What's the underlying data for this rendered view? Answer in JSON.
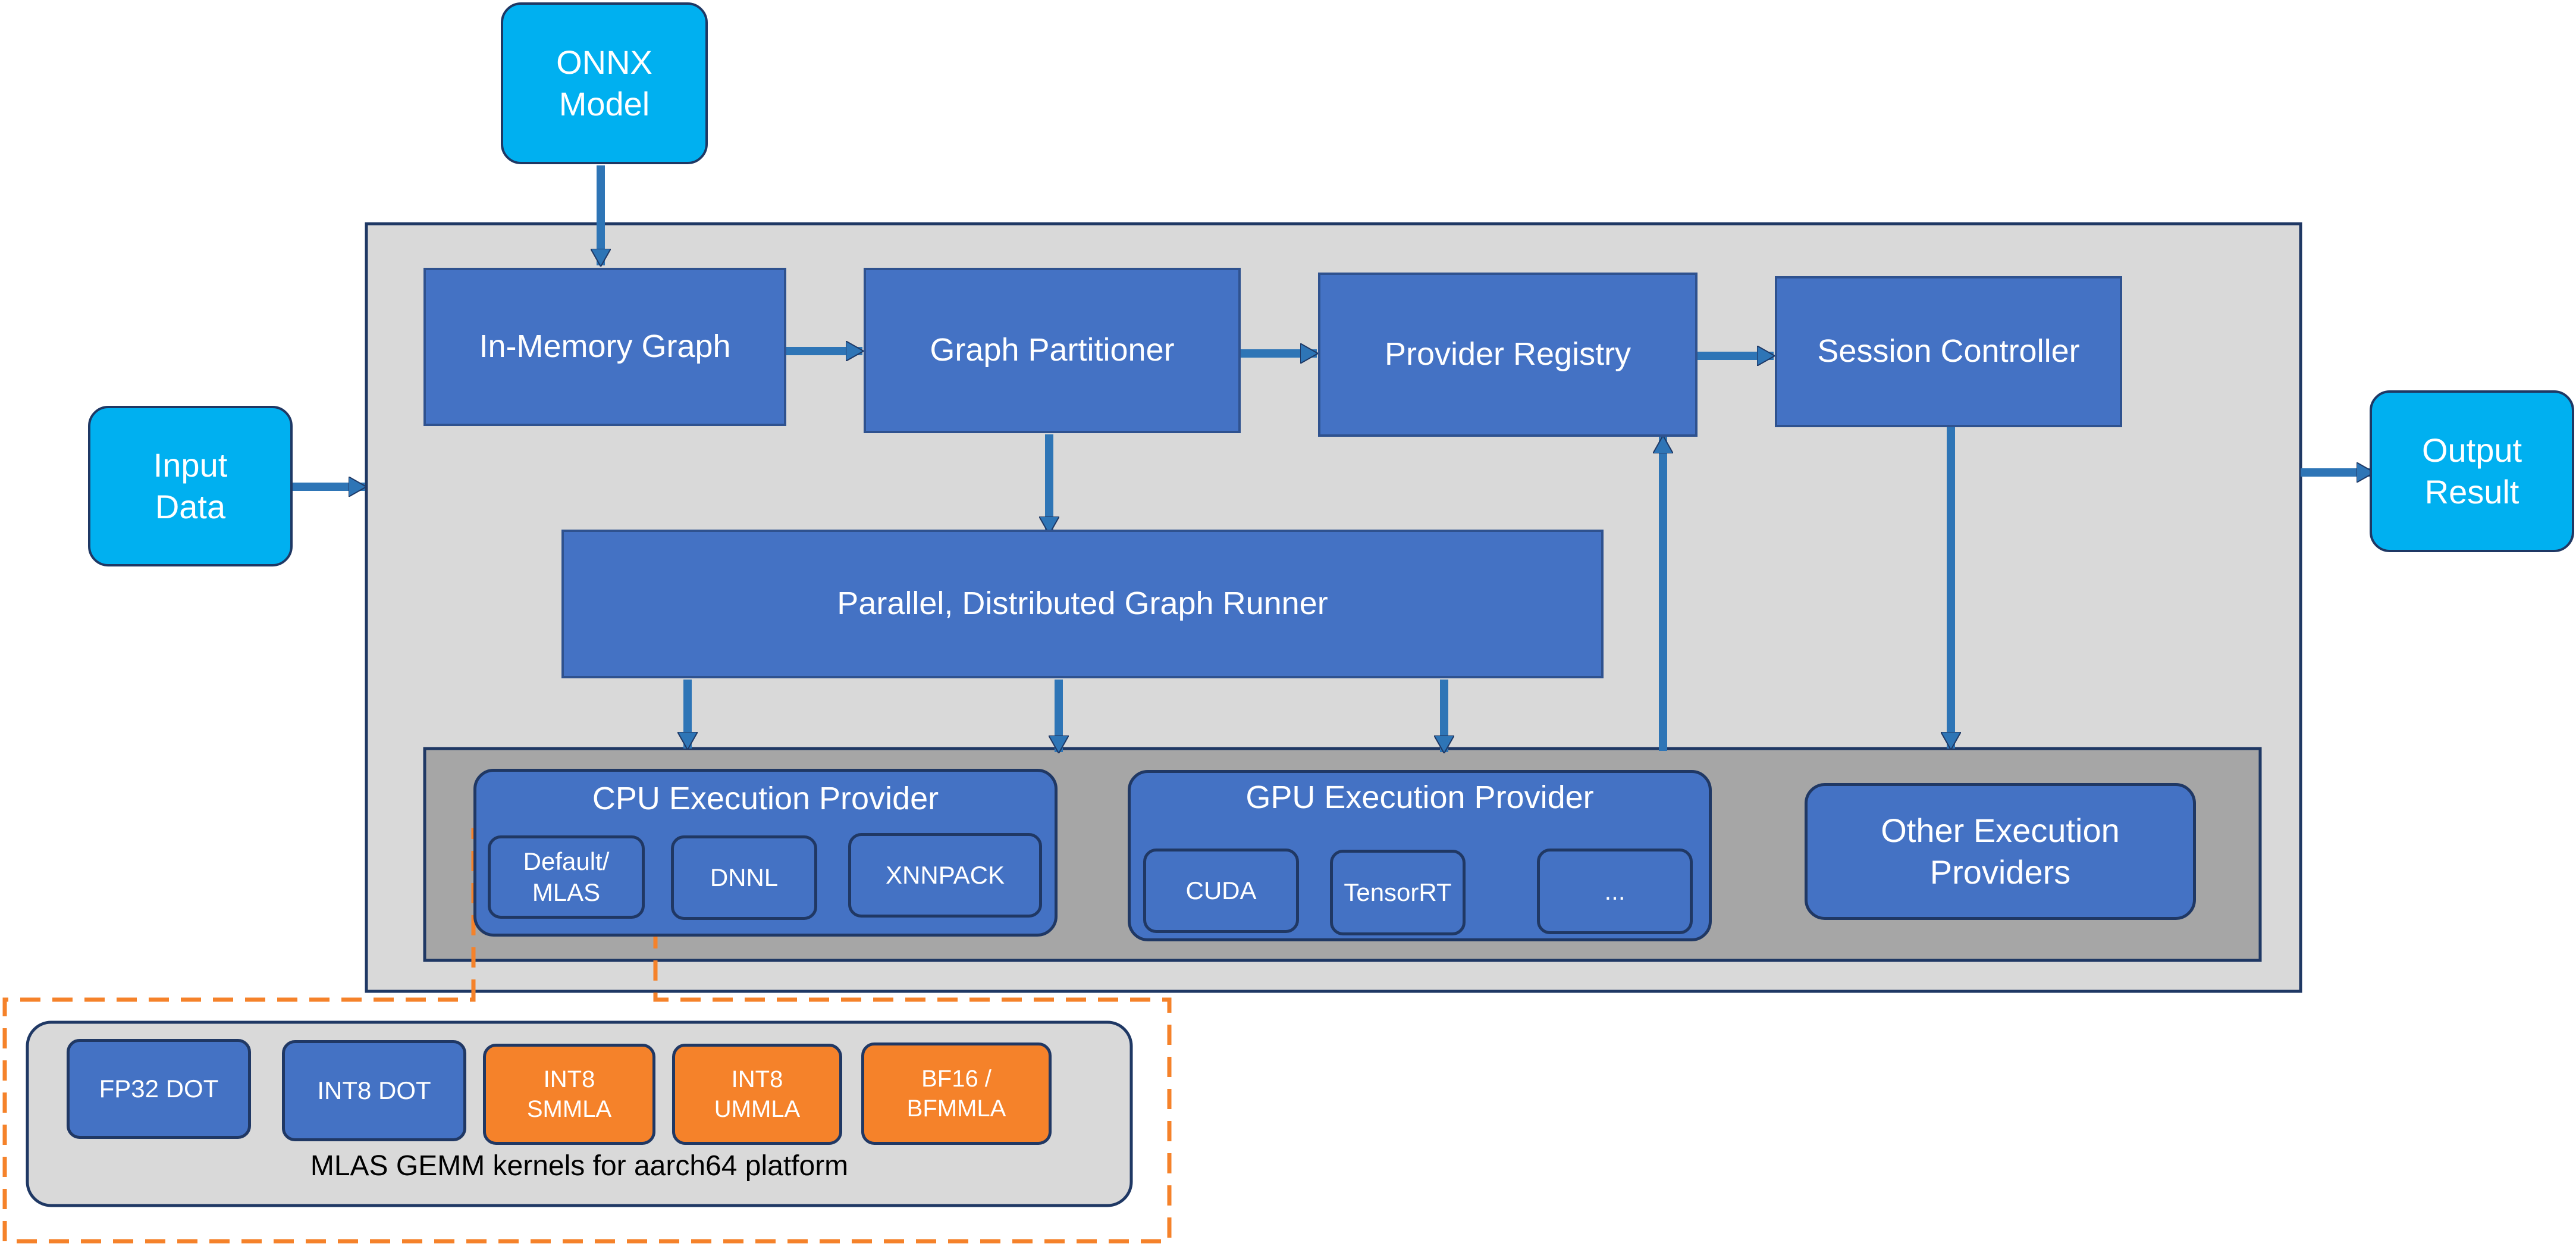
{
  "diagram": {
    "onnx_model": "ONNX\nModel",
    "input_data": "Input\nData",
    "output_result": "Output\nResult",
    "in_memory_graph": "In-Memory Graph",
    "graph_partitioner": "Graph Partitioner",
    "provider_registry": "Provider Registry",
    "session_controller": "Session Controller",
    "graph_runner": "Parallel, Distributed Graph Runner",
    "cpu_provider": {
      "title": "CPU Execution Provider",
      "items": [
        "Default/\nMLAS",
        "DNNL",
        "XNNPACK"
      ]
    },
    "gpu_provider": {
      "title": "GPU Execution Provider",
      "items": [
        "CUDA",
        "TensorRT",
        "..."
      ]
    },
    "other_providers": "Other Execution\nProviders",
    "mlas": {
      "caption": "MLAS GEMM kernels for aarch64 platform",
      "kernels": [
        "FP32 DOT",
        "INT8 DOT",
        "INT8\nSMMLA",
        "INT8\nUMMLA",
        "BF16 /\nBFMMLA"
      ]
    }
  },
  "colors": {
    "io_fill": "#00b0f0",
    "component_fill": "#4472c4",
    "highlight_fill": "#f5822a",
    "panel_fill": "#d9d9d9",
    "provider_panel_fill": "#a6a6a6",
    "dashed_outline": "#f5822a"
  }
}
